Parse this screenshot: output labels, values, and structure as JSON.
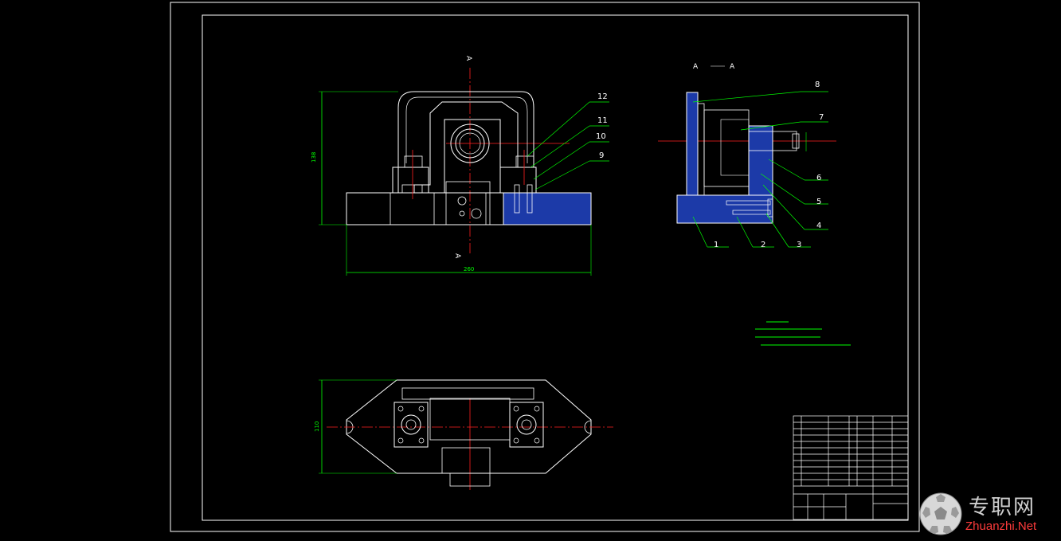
{
  "colors": {
    "background": "#000000",
    "line": "#ffffff",
    "center_line": "#ff2020",
    "dimension": "#00ff00",
    "section_fill": "#1c3aa8",
    "watermark_text": "#cfcfcf",
    "watermark_url": "#ff3b3b"
  },
  "front_view": {
    "section_mark_top": "A",
    "section_mark_bottom": "A",
    "dim_height": "138",
    "dim_width": "260",
    "callouts": [
      "12",
      "11",
      "10",
      "9"
    ]
  },
  "section_view": {
    "title_left": "A",
    "title_right": "A",
    "callouts_right": [
      "8",
      "7",
      "6",
      "5",
      "4"
    ],
    "callouts_bottom": [
      "1",
      "2",
      "3"
    ]
  },
  "top_view": {
    "dim_height": "110"
  },
  "watermark": {
    "site_name": "专职网",
    "site_url": "Zhuanzhi.Net",
    "logo_icon": "soccer-ball-icon"
  }
}
